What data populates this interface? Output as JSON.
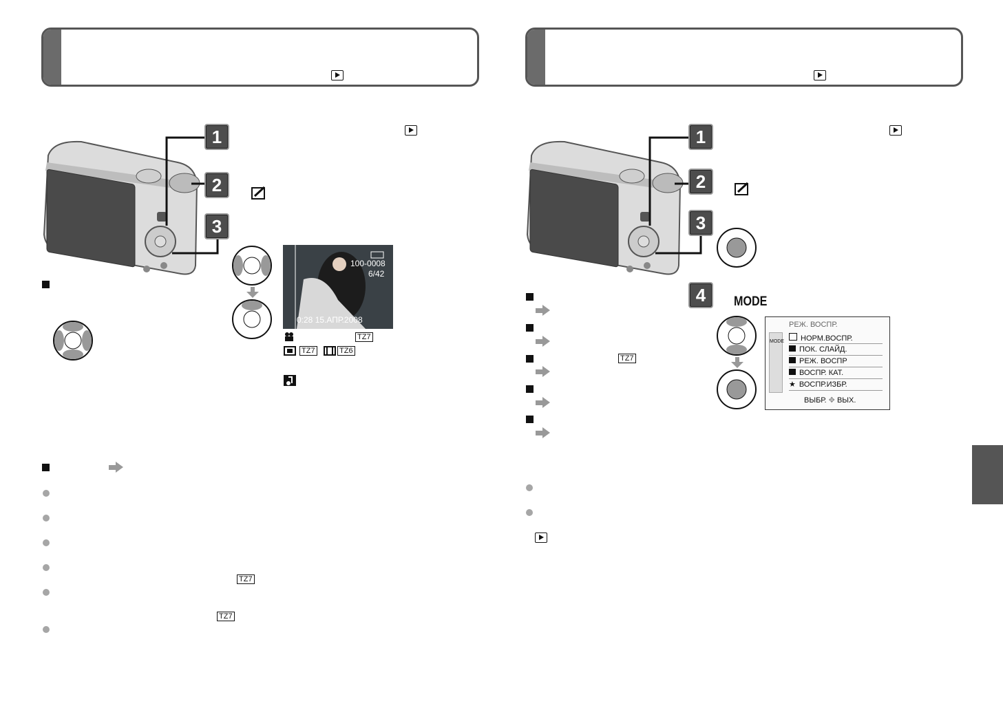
{
  "right_page_lcd": {
    "header": "100-0008",
    "counter": "6/42",
    "bottom": "0:28  15.АПР.2008"
  },
  "left_tz": [
    "TZ7",
    "TZ7",
    "TZ6",
    "TZ7",
    "TZ7"
  ],
  "right": {
    "mode_label": "MODE",
    "tz": "TZ7",
    "menu": {
      "title": "РЕЖ. ВОСПР.",
      "items": [
        "НОРМ.ВОСПР.",
        "ПОК. СЛАЙД.",
        "РЕЖ. ВОСПР",
        "ВОСПР. КАТ.",
        "ВОСПР.ИЗБР."
      ],
      "footer_select": "ВЫБР.",
      "footer_exit": "ВЫХ.",
      "side_tab": "MODE"
    }
  },
  "badges": [
    "1",
    "2",
    "3",
    "4"
  ]
}
